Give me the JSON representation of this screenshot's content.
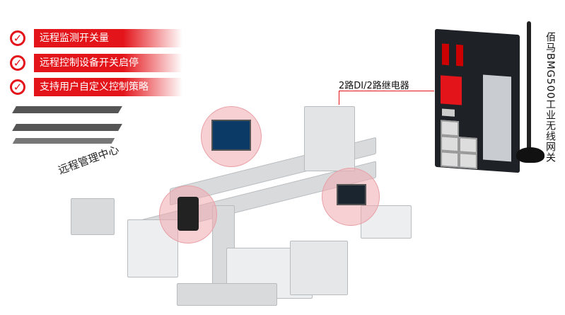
{
  "features": [
    "远程监测开关量",
    "远程控制设备开关启停",
    "支持用户自定义控制策略"
  ],
  "center_label": "远程管理中心",
  "io_label": "2路DI/2路继电器",
  "product_label": "佰马BMG500工业无线网关",
  "colors": {
    "accent": "#e3141a",
    "device": "#1e2226"
  }
}
